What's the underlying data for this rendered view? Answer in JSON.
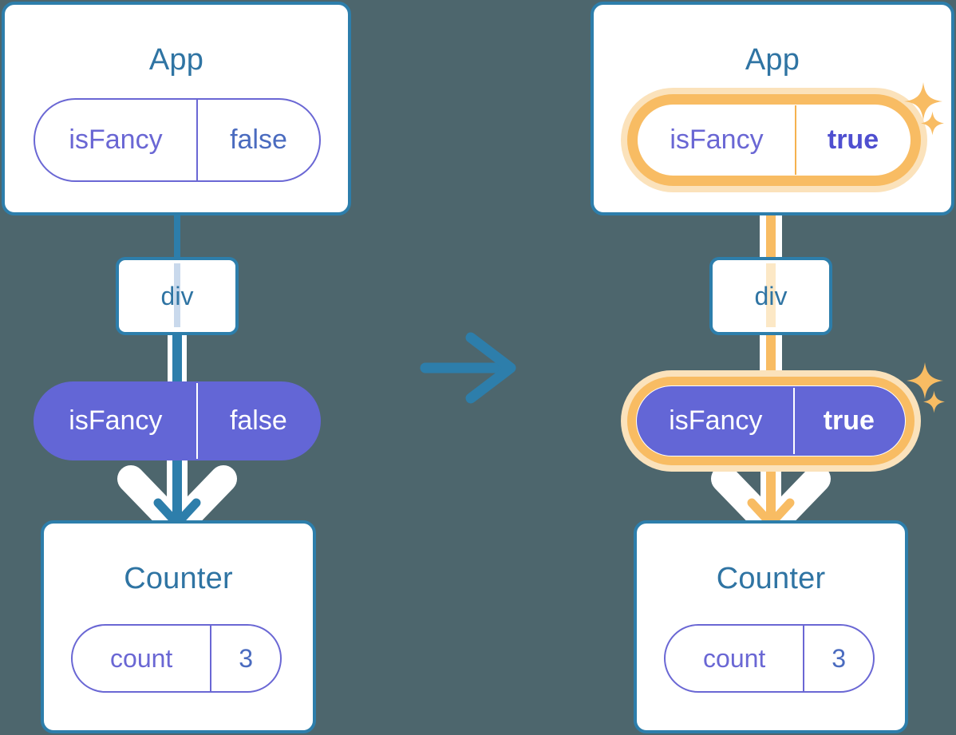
{
  "diagram": {
    "title": "React state update propagation diagram",
    "colors": {
      "background": "#4d666d",
      "card_border": "#2d7eab",
      "card_title": "#2f74a3",
      "pill_purple": "#6366d6",
      "pill_outline": "#6a67d4",
      "highlight_orange": "#f8bc63",
      "highlight_glow": "#fbe2bb",
      "arrow_blue": "#2d7eab",
      "arrow_white": "#ffffff",
      "faint_blue": "#c9d9ec",
      "faint_orange": "#fce8c6"
    },
    "transition_arrow": {
      "name": "transition-arrow",
      "direction": "right",
      "color": "#2d7eab"
    }
  },
  "before": {
    "app": {
      "title": "App",
      "state": {
        "key": "isFancy",
        "value": "false",
        "highlighted": false,
        "bold": false
      }
    },
    "div": {
      "label": "div"
    },
    "prop": {
      "key": "isFancy",
      "value": "false",
      "highlighted": false,
      "bold": false
    },
    "counter": {
      "title": "Counter",
      "state": {
        "key": "count",
        "value": "3",
        "highlighted": false,
        "bold": false
      }
    }
  },
  "after": {
    "app": {
      "title": "App",
      "state": {
        "key": "isFancy",
        "value": "true",
        "highlighted": true,
        "bold": true
      }
    },
    "div": {
      "label": "div"
    },
    "prop": {
      "key": "isFancy",
      "value": "true",
      "highlighted": true,
      "bold": true
    },
    "counter": {
      "title": "Counter",
      "state": {
        "key": "count",
        "value": "3",
        "highlighted": false,
        "bold": false
      }
    },
    "sparkles": [
      {
        "name": "sparkle-app-large"
      },
      {
        "name": "sparkle-app-small"
      },
      {
        "name": "sparkle-prop-large"
      },
      {
        "name": "sparkle-prop-small"
      }
    ]
  }
}
